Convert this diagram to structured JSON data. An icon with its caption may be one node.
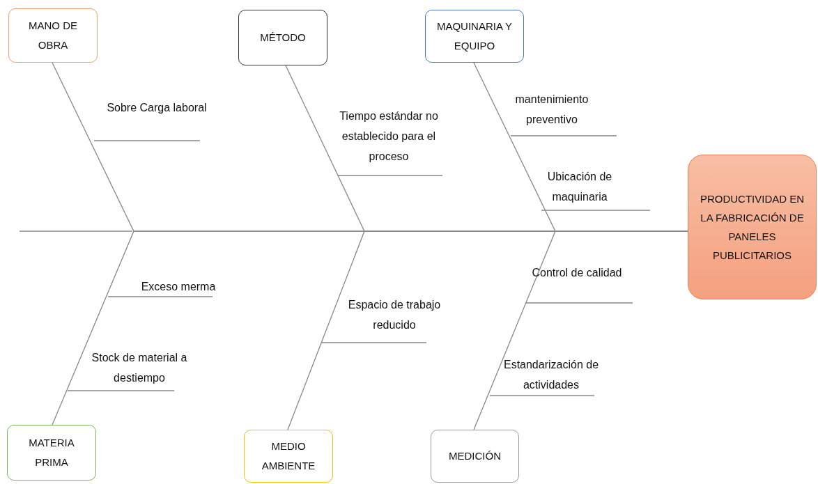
{
  "diagram": {
    "nodes": [
      {
        "text": [
          "MANO DE OBRA"
        ]
      },
      {
        "text": [
          "MÉTODO"
        ]
      },
      {
        "text": [
          "MAQUINARIA Y EQUIPO"
        ]
      },
      {
        "text": [
          "PRODUCTIVIDAD EN LA FABRICACIÓN DE PANELES PUBLICITARIOS"
        ]
      },
      {
        "text": [
          "MATERIA PRIMA"
        ]
      },
      {
        "text": [
          "MEDIO AMBIENTE"
        ]
      },
      {
        "text": [
          "MEDICIÓN"
        ]
      }
    ],
    "edges": [
      {
        "from": 0,
        "to": 3,
        "arrow": "none"
      },
      {
        "from": 1,
        "to": 3,
        "arrow": "none"
      },
      {
        "from": 2,
        "to": 3,
        "arrow": "none"
      },
      {
        "from": 4,
        "to": 3,
        "arrow": "none"
      },
      {
        "from": 5,
        "to": 3,
        "arrow": "none"
      },
      {
        "from": 6,
        "to": 3,
        "arrow": "none"
      }
    ],
    "labels": [
      "Sobre Carga laboral",
      "Tiempo estándar no establecido para el proceso",
      "mantenimiento preventivo",
      "Ubicación de maquinaria",
      "Exceso merma",
      "Stock de material a destiempo",
      "Espacio de trabajo reducido",
      "Control de calidad",
      "Estandarización de actividades"
    ]
  }
}
